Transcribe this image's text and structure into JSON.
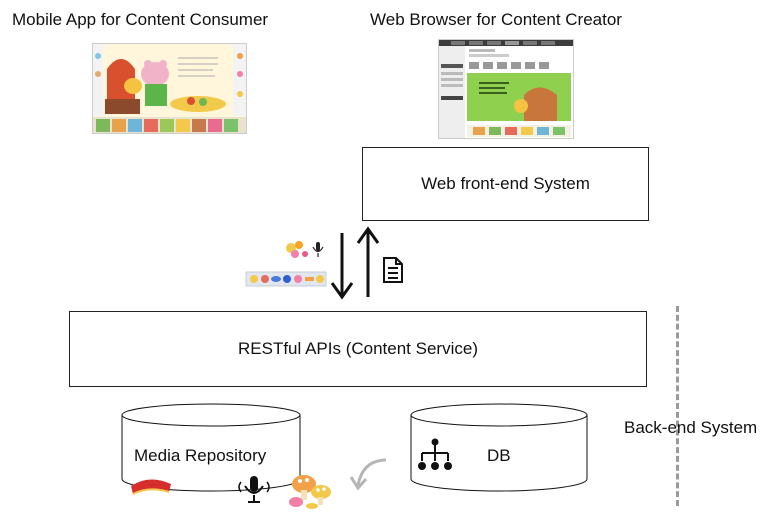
{
  "clients": {
    "mobile_label": "Mobile App for Content Consumer",
    "web_label": "Web Browser for Content Creator"
  },
  "boxes": {
    "web_frontend": "Web front-end System",
    "restful": "RESTful APIs (Content Service)"
  },
  "storage": {
    "media_repository": "Media Repository",
    "db": "DB"
  },
  "backend_label": "Back-end System",
  "icons": {
    "document": "document-icon",
    "microphone": "microphone-icon",
    "mushroom": "mushroom-icon",
    "hierarchy": "hierarchy-icon",
    "cap": "cap-icon"
  }
}
